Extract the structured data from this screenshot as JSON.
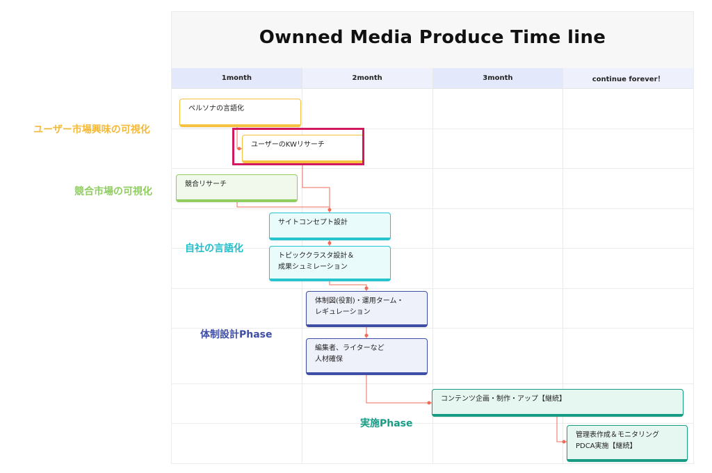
{
  "title": "Ownned Media Produce Time line",
  "columns": [
    "1month",
    "2month",
    "3month",
    "continue forever！"
  ],
  "phases": [
    {
      "label": "ユーザー市場興味の可視化",
      "color": "#f4b937"
    },
    {
      "label": "競合市場の可視化",
      "color": "#8fcd5f"
    },
    {
      "label": "自社の言語化",
      "color": "#1fbecb"
    },
    {
      "label": "体制設計Phase",
      "color": "#3e4ea6"
    },
    {
      "label": "実施Phase",
      "color": "#179c85"
    }
  ],
  "tasks": [
    {
      "lines": [
        "ペルソナの言語化"
      ]
    },
    {
      "lines": [
        "ユーザーのKWリサーチ"
      ]
    },
    {
      "lines": [
        "競合リサーチ"
      ]
    },
    {
      "lines": [
        "サイトコンセプト設計"
      ]
    },
    {
      "lines": [
        "トピッククラスタ設計＆",
        "成果シュミレーション"
      ]
    },
    {
      "lines": [
        "体制図(役割)・運用ターム・",
        "レギュレーション"
      ]
    },
    {
      "lines": [
        "編集者、ライターなど",
        "人材確保"
      ]
    },
    {
      "lines": [
        "コンテンツ企画・制作・アップ【継続】"
      ]
    },
    {
      "lines": [
        "管理表作成＆モニタリング",
        "PDCA実施【継続】"
      ]
    }
  ],
  "connector_color": "#ef6b57",
  "highlight_color": "#d2185e"
}
